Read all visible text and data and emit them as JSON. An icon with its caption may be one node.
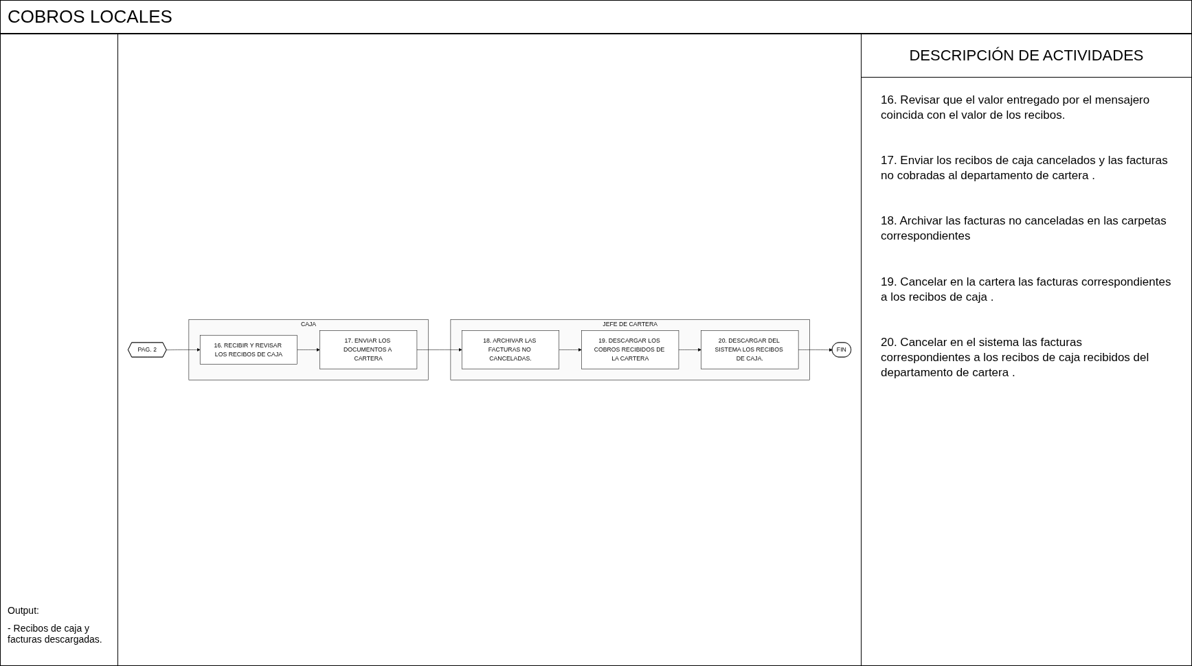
{
  "diagram": {
    "title": "COBROS LOCALES",
    "nodes": [
      {
        "text": [
          "CAJA"
        ]
      },
      {
        "text": [
          "16. RECIBIR Y REVISAR LOS RECIBOS DE CAJA"
        ],
        "in": 0
      },
      {
        "text": [
          "17. ENVIAR LOS DOCUMENTOS A CARTERA"
        ],
        "in": 0
      },
      {
        "text": [
          "JEFE DE CARTERA"
        ]
      },
      {
        "text": [
          "18. ARCHIVAR LAS FACTURAS NO CANCELADAS."
        ],
        "in": 3
      },
      {
        "text": [
          "19. DESCARGAR LOS COBROS RECIBIDOS DE LA CARTERA"
        ],
        "in": 3
      },
      {
        "text": [
          "20. DESCARGAR DEL SISTEMA LOS RECIBOS DE CAJA."
        ],
        "in": 3
      },
      {
        "text": [
          "PAG. 2"
        ]
      },
      {
        "text": [
          "FIN"
        ]
      }
    ],
    "edges": [
      {
        "from": 7,
        "to": 1,
        "arrow": "to"
      },
      {
        "from": 1,
        "to": 2,
        "arrow": "to"
      },
      {
        "from": 2,
        "to": 4,
        "arrow": "to"
      },
      {
        "from": 4,
        "to": 5,
        "arrow": "to"
      },
      {
        "from": 5,
        "to": 6,
        "arrow": "to"
      },
      {
        "from": 6,
        "to": 8,
        "arrow": "to"
      }
    ],
    "labels": [
      "DESCRIPCIÓN DE ACTIVIDADES",
      "16. Revisar que el valor entregado por el mensajero coincida con el valor de los recibos.",
      "17. Enviar los recibos de caja cancelados y las facturas no cobradas al departamento de cartera .",
      "18. Archivar las facturas no canceladas en las carpetas correspondientes",
      "19. Cancelar en la cartera las facturas correspondientes a los recibos de caja .",
      "20. Cancelar en el sistema las facturas correspondientes a los recibos de caja recibidos del departamento de cartera .",
      "Output:",
      "- Recibos de caja y facturas descargadas."
    ]
  }
}
